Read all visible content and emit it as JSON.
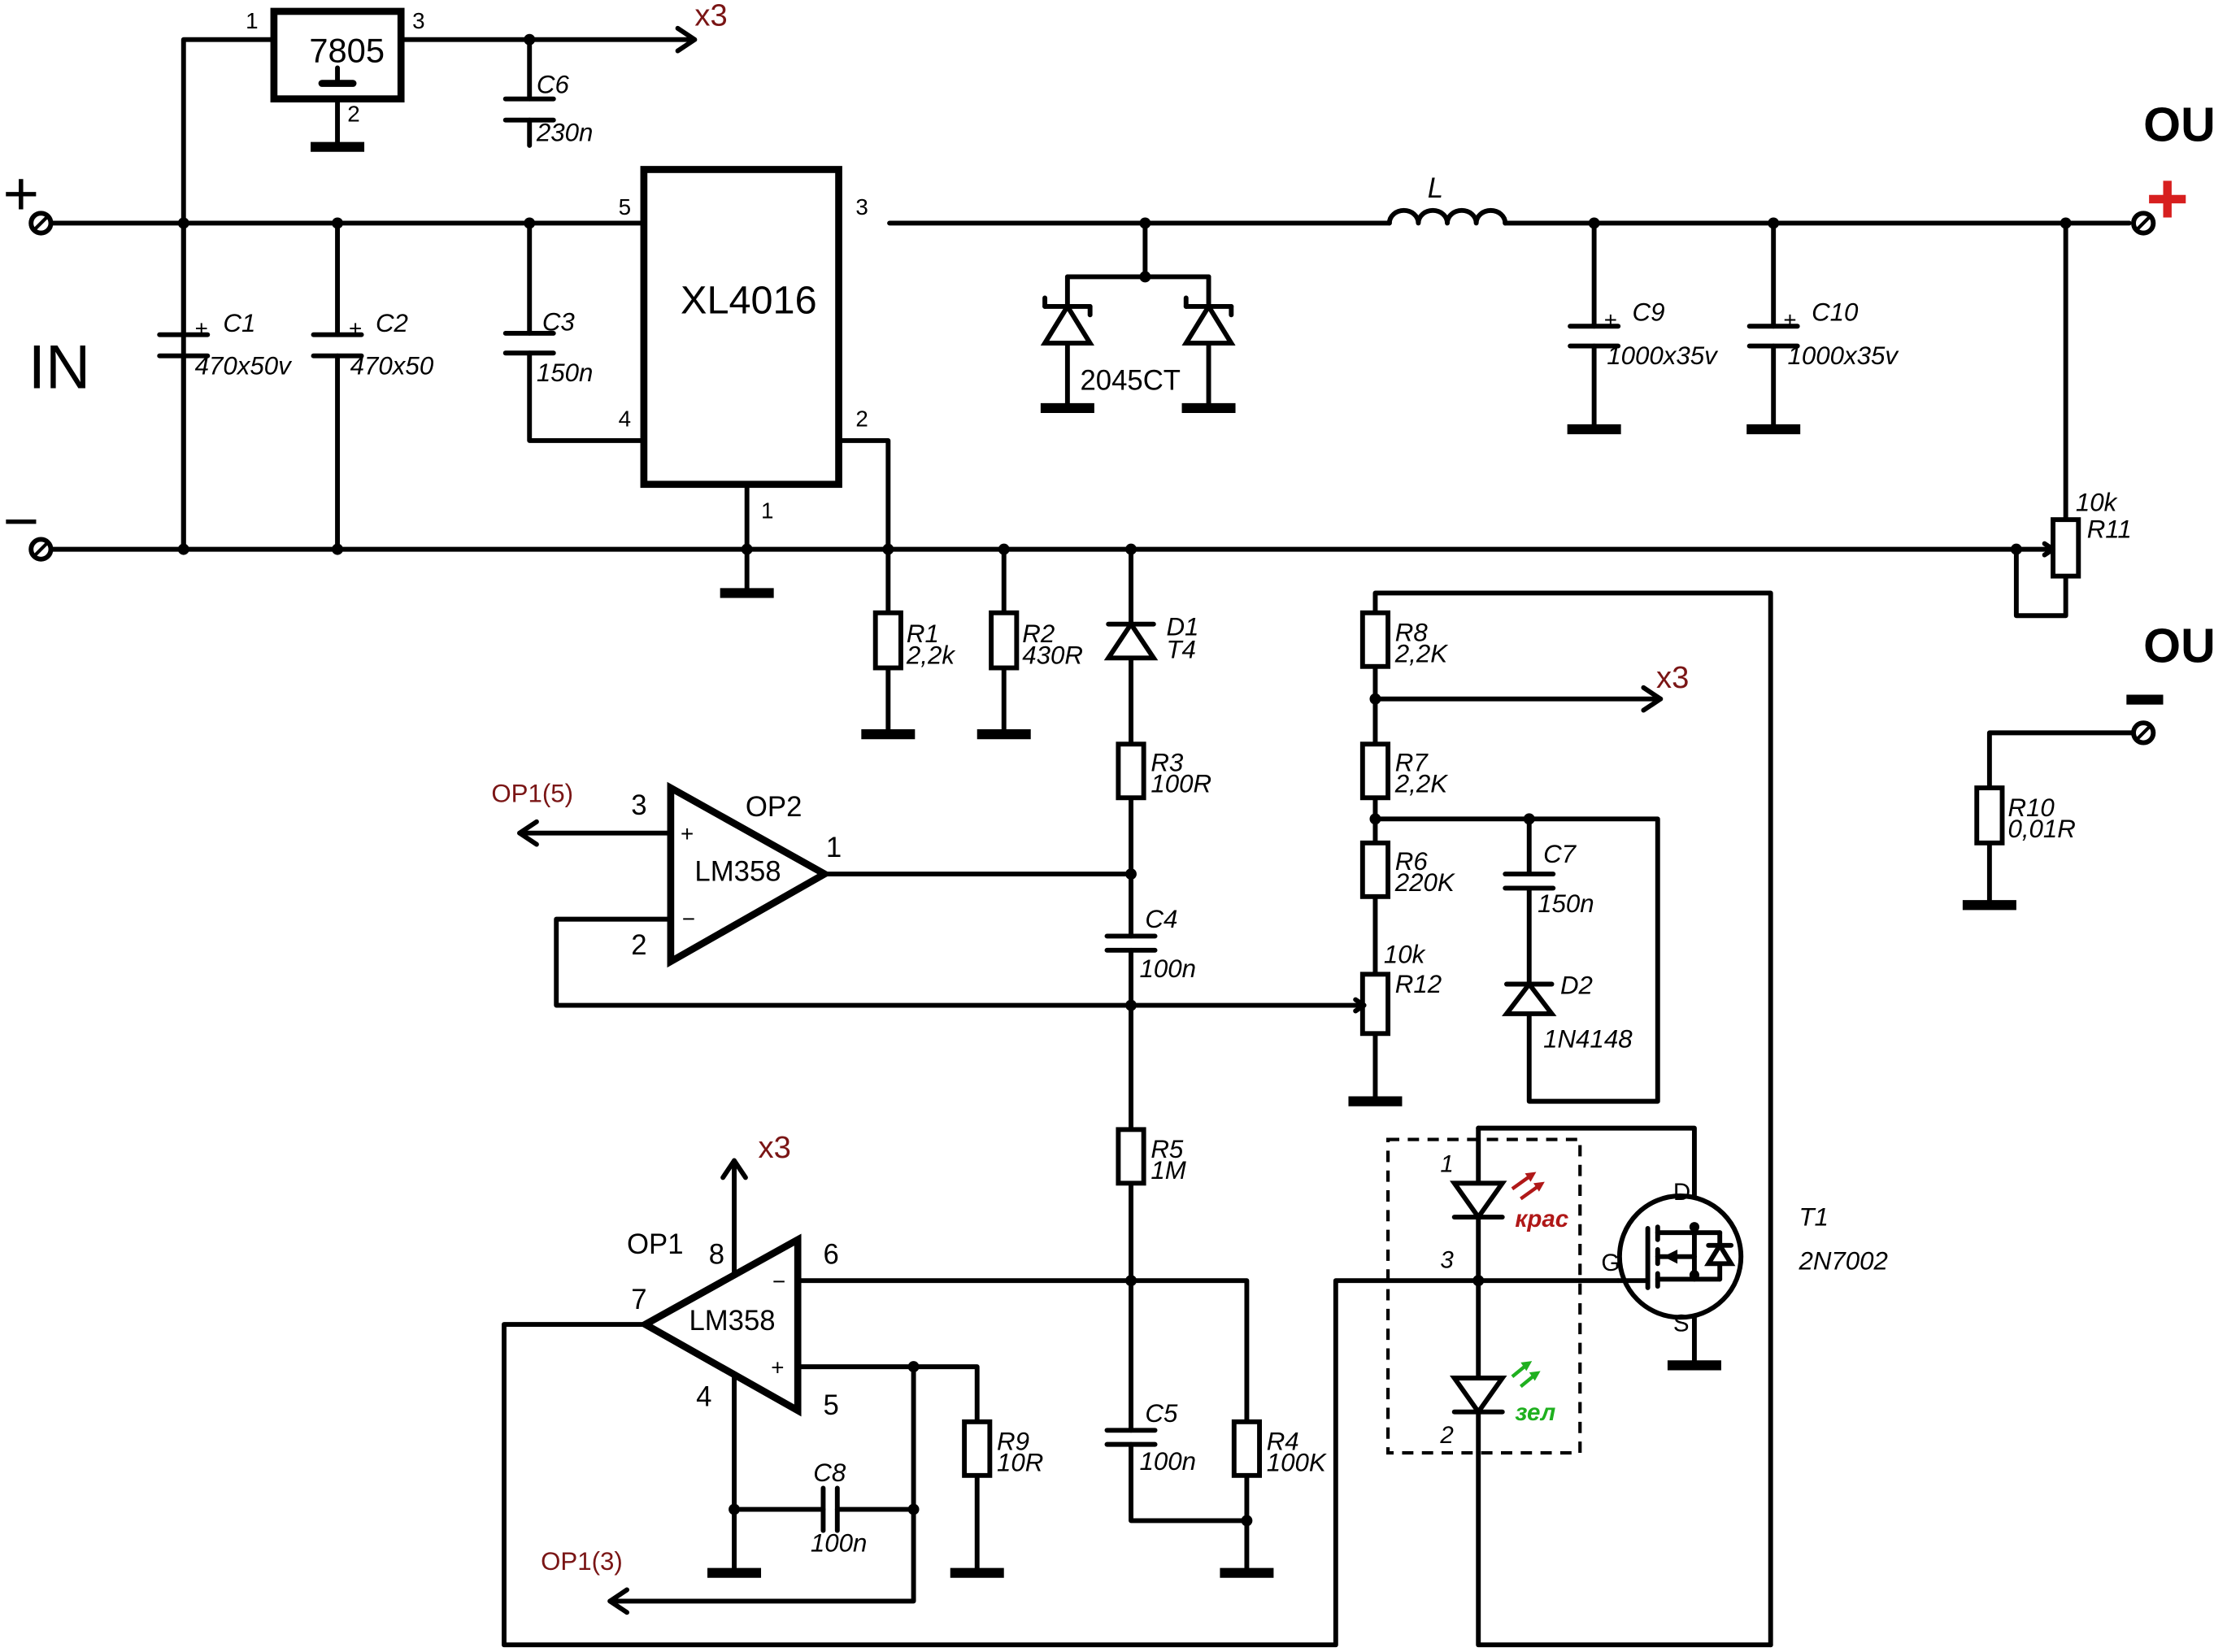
{
  "labels": {
    "in": "IN",
    "plus_in": "+",
    "minus_in": "−",
    "out_plus_title": "OUT",
    "out_minus_title": "OUT",
    "out_plus_sign": "+",
    "out_minus_sign": "−",
    "x3_top": "x3",
    "x3_mid": "x3",
    "x3_op1": "x3"
  },
  "colors": {
    "wire": "#000000",
    "net_label": "#7a1515",
    "out_plus": "#d71f1f",
    "led_red": "#b01818",
    "led_green": "#1fb01f"
  },
  "chips": {
    "reg": {
      "name": "7805",
      "pin1": "1",
      "pin2": "2",
      "pin3": "3"
    },
    "buck": {
      "name": "XL4016",
      "pin1": "1",
      "pin2": "2",
      "pin3": "3",
      "pin4": "4",
      "pin5": "5"
    },
    "op2": {
      "name": "OP2",
      "part": "LM358",
      "pin_plus": "3",
      "pin_minus": "2",
      "pin_out": "1",
      "net_in": "OP1(5)",
      "plus": "+",
      "minus": "−"
    },
    "op1": {
      "name": "OP1",
      "part": "LM358",
      "pin_minus": "6",
      "pin_plus": "5",
      "pin_out": "7",
      "pin_vcc": "8",
      "pin_gnd": "4",
      "net_out": "OP1(3)",
      "plus": "+",
      "minus": "−"
    }
  },
  "components": {
    "c1": {
      "ref": "C1",
      "value": "470x50v",
      "pol": "+"
    },
    "c2": {
      "ref": "C2",
      "value": "470x50",
      "pol": "+"
    },
    "c3": {
      "ref": "C3",
      "value": "150n"
    },
    "c6": {
      "ref": "C6",
      "value": "230n"
    },
    "c9": {
      "ref": "C9",
      "value": "1000x35v",
      "pol": "+"
    },
    "c10": {
      "ref": "C10",
      "value": "1000x35v",
      "pol": "+"
    },
    "c4": {
      "ref": "C4",
      "value": "100n"
    },
    "c5": {
      "ref": "C5",
      "value": "100n"
    },
    "c7": {
      "ref": "C7",
      "value": "150n"
    },
    "c8": {
      "ref": "C8",
      "value": "100n"
    },
    "l": {
      "ref": "L"
    },
    "diode_pair": {
      "value": "2045CT"
    },
    "r1": {
      "ref": "R1",
      "value": "2,2k"
    },
    "r2": {
      "ref": "R2",
      "value": "430R"
    },
    "d1": {
      "ref": "D1",
      "value": "T4"
    },
    "r3": {
      "ref": "R3",
      "value": "100R"
    },
    "r5": {
      "ref": "R5",
      "value": "1M"
    },
    "r4": {
      "ref": "R4",
      "value": "100K"
    },
    "r9": {
      "ref": "R9",
      "value": "10R"
    },
    "r8": {
      "ref": "R8",
      "value": "2,2K"
    },
    "r7": {
      "ref": "R7",
      "value": "2,2K"
    },
    "r6": {
      "ref": "R6",
      "value": "220K"
    },
    "r12": {
      "ref": "R12",
      "value": "10k"
    },
    "d2": {
      "ref": "D2",
      "value": "1N4148"
    },
    "r11": {
      "ref": "R11",
      "value": "10k"
    },
    "r10": {
      "ref": "R10",
      "value": "0,01R"
    },
    "t1": {
      "ref": "T1",
      "value": "2N7002",
      "d": "D",
      "g": "G",
      "s": "S"
    },
    "led": {
      "pin1": "1",
      "pin2": "2",
      "pin3": "3",
      "red": "крас",
      "green": "зел"
    }
  }
}
